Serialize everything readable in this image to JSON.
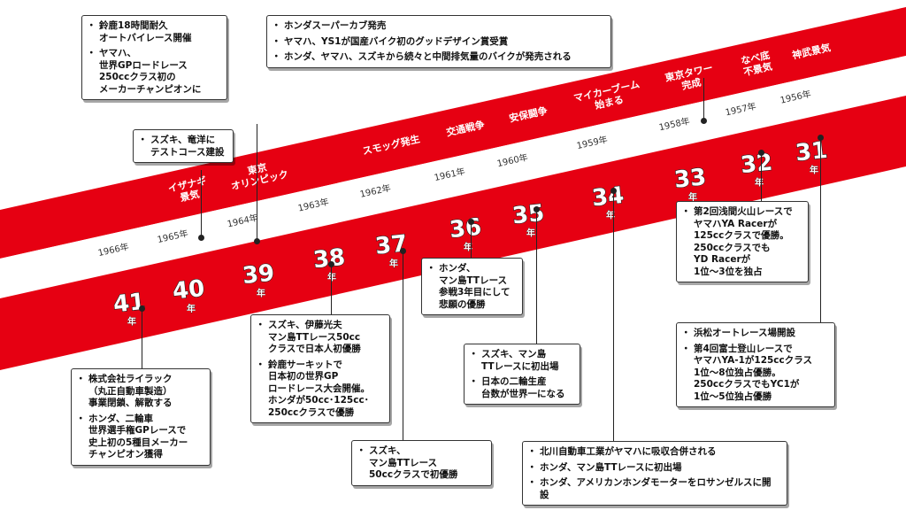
{
  "colors": {
    "red": "#e60012",
    "ink": "#222222",
    "year_ink": "#333333"
  },
  "items": [
    {
      "era": "41",
      "nen": "年",
      "year": "1966年"
    },
    {
      "era": "40",
      "nen": "年",
      "year": "1965年",
      "event": "イザナギ\n景気"
    },
    {
      "era": "39",
      "nen": "年",
      "year": "1964年",
      "event": "東京\nオリンピック"
    },
    {
      "era": "38",
      "nen": "年",
      "year": "1963年"
    },
    {
      "era": "37",
      "nen": "年",
      "year": "1962年",
      "event": "スモッグ発生"
    },
    {
      "era": "36",
      "nen": "年",
      "year": "1961年",
      "event": "交通戦争"
    },
    {
      "era": "35",
      "nen": "年",
      "year": "1960年",
      "event": "安保闘争"
    },
    {
      "era": "34",
      "nen": "年",
      "year": "1959年",
      "event": "マイカーブーム\n始まる"
    },
    {
      "era": "33",
      "nen": "年",
      "year": "1958年",
      "event": "東京タワー\n完成"
    },
    {
      "era": "32",
      "nen": "年",
      "year": "1957年",
      "event": "なべ底\n不景気"
    },
    {
      "era": "31",
      "nen": "年",
      "year": "1956年",
      "event": "神武景気"
    }
  ],
  "boxes": {
    "b1": [
      "鈴鹿18時間耐久\nオートバイレース開催",
      "ヤマハ、\n世界GPロードレース\n250ccクラス初の\nメーカーチャンピオンに"
    ],
    "b2": [
      "スズキ、竜洋に\nテストコース建設"
    ],
    "b3": [
      "ホンダスーパーカブ発売",
      "ヤマハ、YS1が国産バイク初のグッドデザイン賞受賞",
      "ホンダ、ヤマハ、スズキから続々と中間排気量のバイクが発売される"
    ],
    "b4": [
      "株式会社ライラック\n（丸正自動車製造）\n事業閉鎖、解散する",
      "ホンダ、二輪車\n世界選手権GPレースで\n史上初の5種目メーカー\nチャンピオン獲得"
    ],
    "b5": [
      "スズキ、伊藤光夫\nマン島TTレース50cc\nクラスで日本人初優勝",
      "鈴鹿サーキットで\n日本初の世界GP\nロードレース大会開催。\nホンダが50cc･125cc･\n250ccクラスで優勝"
    ],
    "b6": [
      "スズキ、\nマン島TTレース\n50ccクラスで初優勝"
    ],
    "b7": [
      "ホンダ、\nマン島TTレース\n参戦3年目にして\n悲願の優勝"
    ],
    "b8": [
      "スズキ、マン島\nTTレースに初出場",
      "日本の二輪生産\n台数が世界一になる"
    ],
    "b9": [
      "北川自動車工業がヤマハに吸収合併される",
      "ホンダ、マン島TTレースに初出場",
      "ホンダ、アメリカンホンダモーターをロサンゼルスに開設"
    ],
    "b10": [
      "第2回浅間火山レースで\nヤマハYA Racerが\n125ccクラスで優勝。\n250ccクラスでも\nYD Racerが\n1位～3位を独占"
    ],
    "b11": [
      "浜松オートレース場開設",
      "第4回富士登山レースで\nヤマハYA-1が125ccクラス\n1位～8位独占優勝。\n250ccクラスでもYC1が\n1位～5位独占優勝"
    ]
  }
}
